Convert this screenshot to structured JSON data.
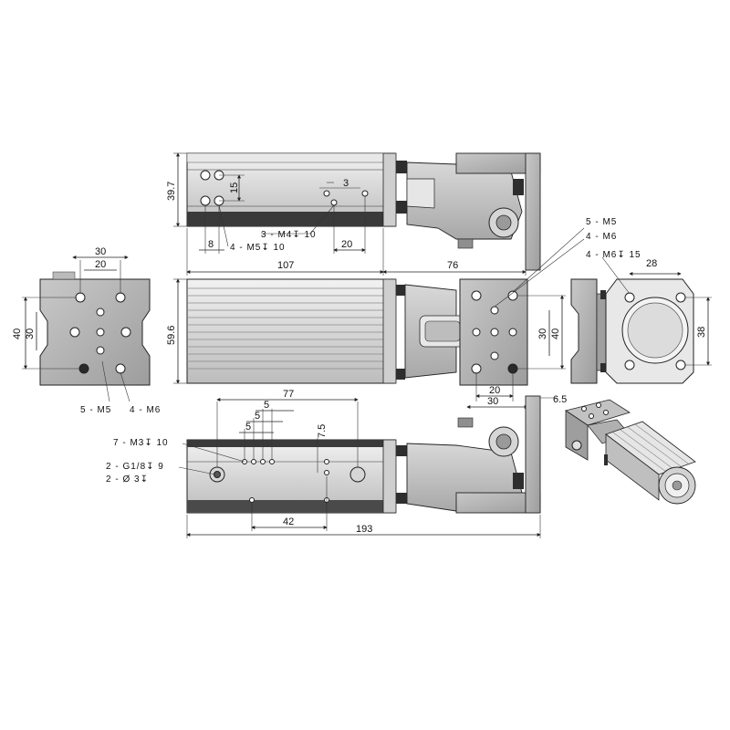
{
  "dimensions": {
    "top_height": "39.7",
    "top_15": "15",
    "top_3": "3",
    "top_8": "8",
    "top_20": "20",
    "len_107": "107",
    "len_76": "76",
    "side_59_6": "59.6",
    "left_30": "30",
    "left_20": "20",
    "left_40": "40",
    "left_30v": "30",
    "bottom_77": "77",
    "bottom_5a": "5",
    "bottom_5b": "5",
    "bottom_5c": "5",
    "bottom_7_5": "7.5",
    "bottom_42": "42",
    "total_193": "193",
    "plate_20": "20",
    "plate_30": "30",
    "plate_30v": "30",
    "plate_40v": "40",
    "offset_6_5": "6.5",
    "end_28": "28",
    "end_38": "38"
  },
  "callouts": {
    "top_m4": "3 - M4↧ 10",
    "top_m5": "4 - M5↧ 10",
    "left_m5": "5 - M5",
    "left_m6": "4 - M6",
    "plate_m5": "5 - M5",
    "plate_m6": "4 - M6",
    "end_m6": "4 - M6↧ 15",
    "bottom_m3": "7 - M3↧ 10",
    "bottom_g18": "2 - G1/8↧ 9",
    "bottom_phi3": "2 - Ø 3↧"
  },
  "colors": {
    "body_light": "#d9d9d9",
    "body_mid": "#b5b5b5",
    "body_dark": "#3a3a3a",
    "plate": "#a9a9a9",
    "outline": "#222222"
  }
}
